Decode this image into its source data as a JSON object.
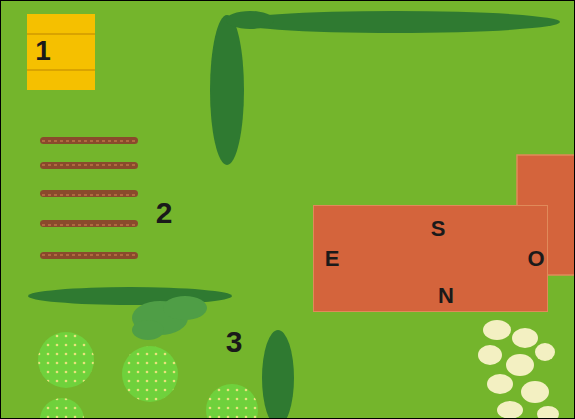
{
  "diagram": {
    "nodes": [
      {
        "text": [
          "1"
        ]
      },
      {
        "text": [
          "S",
          "E",
          "O",
          "N"
        ]
      }
    ],
    "labels": [
      "2",
      "3"
    ]
  }
}
